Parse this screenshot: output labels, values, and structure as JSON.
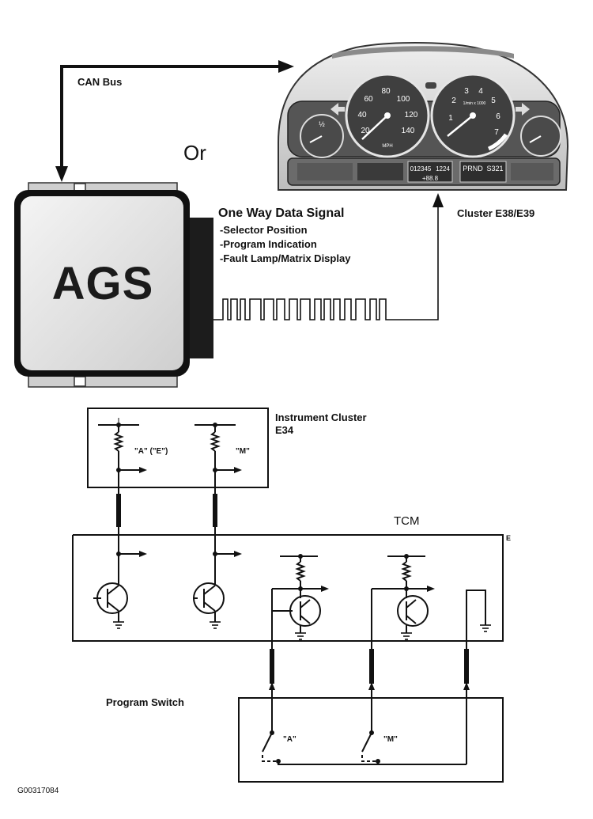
{
  "diagram": {
    "can_bus_label": "CAN Bus",
    "or_label": "Or",
    "cluster_label": "Cluster E38/E39",
    "module_label": "AGS",
    "signal_title": "One Way Data Signal",
    "signal_items": [
      "-Selector Position",
      "-Program Indication",
      "-Fault Lamp/Matrix Display"
    ],
    "instrument_cluster_label": "Instrument Cluster",
    "instrument_cluster_model": "E34",
    "cluster_input_a": "\"A\" (\"E\")",
    "cluster_input_m": "\"M\"",
    "tcm_label": "TCM",
    "tcm_corner_mark": "E",
    "program_switch_label": "Program Switch",
    "switch_a": "\"A\"",
    "switch_m": "\"M\"",
    "figure_id": "G00317084"
  },
  "gauges": {
    "speedometer_ticks": [
      "20",
      "40",
      "60",
      "80",
      "100",
      "120",
      "140"
    ],
    "tachometer_ticks": [
      "1",
      "2",
      "3",
      "4",
      "5",
      "6",
      "7"
    ],
    "speed_unit": "MPH",
    "tach_unit": "1/min x 1000",
    "odometer": "012345",
    "trip": "1224",
    "gear_display": "PRND",
    "program_display": "S321",
    "temperature": "+88.8",
    "fuel_half": "½"
  }
}
